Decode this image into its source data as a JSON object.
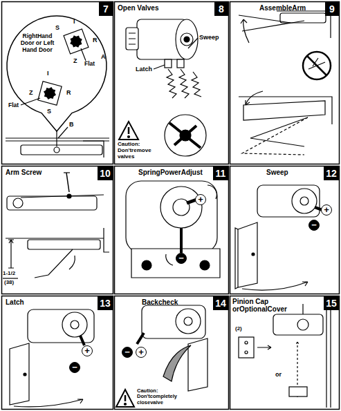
{
  "diagram": {
    "nodes": [
      {
        "text": [
          "7"
        ]
      },
      {
        "text": [
          "RightHand Door or Left Hand Door",
          "Flat",
          "Flat"
        ]
      },
      {
        "text": [
          "8"
        ]
      },
      {
        "text": [
          "9"
        ]
      },
      {
        "text": [
          "10"
        ]
      },
      {
        "text": [
          "11"
        ]
      },
      {
        "text": [
          "12"
        ]
      },
      {
        "text": [
          "13"
        ]
      },
      {
        "text": [
          "14"
        ]
      },
      {
        "text": [
          "15"
        ]
      }
    ],
    "labels": [
      "A",
      "I",
      "R",
      "S",
      "Z",
      "I",
      "R",
      "S",
      "Z",
      "B",
      "Open Valves",
      "Sweep",
      "Latch",
      "Caution: Don'tremove valves",
      "AssembleArm",
      "Arm Screw",
      "1-1/2",
      "(38)",
      "SpringPowerAdjust",
      "+",
      "−",
      "Sweep",
      "+",
      "−",
      "Latch",
      "+",
      "−",
      "Backcheck",
      "+",
      "−",
      "Caution: Don'tcompletely closevalve",
      "Pinion Cap orOptionalCover",
      "(2)",
      "or"
    ]
  }
}
